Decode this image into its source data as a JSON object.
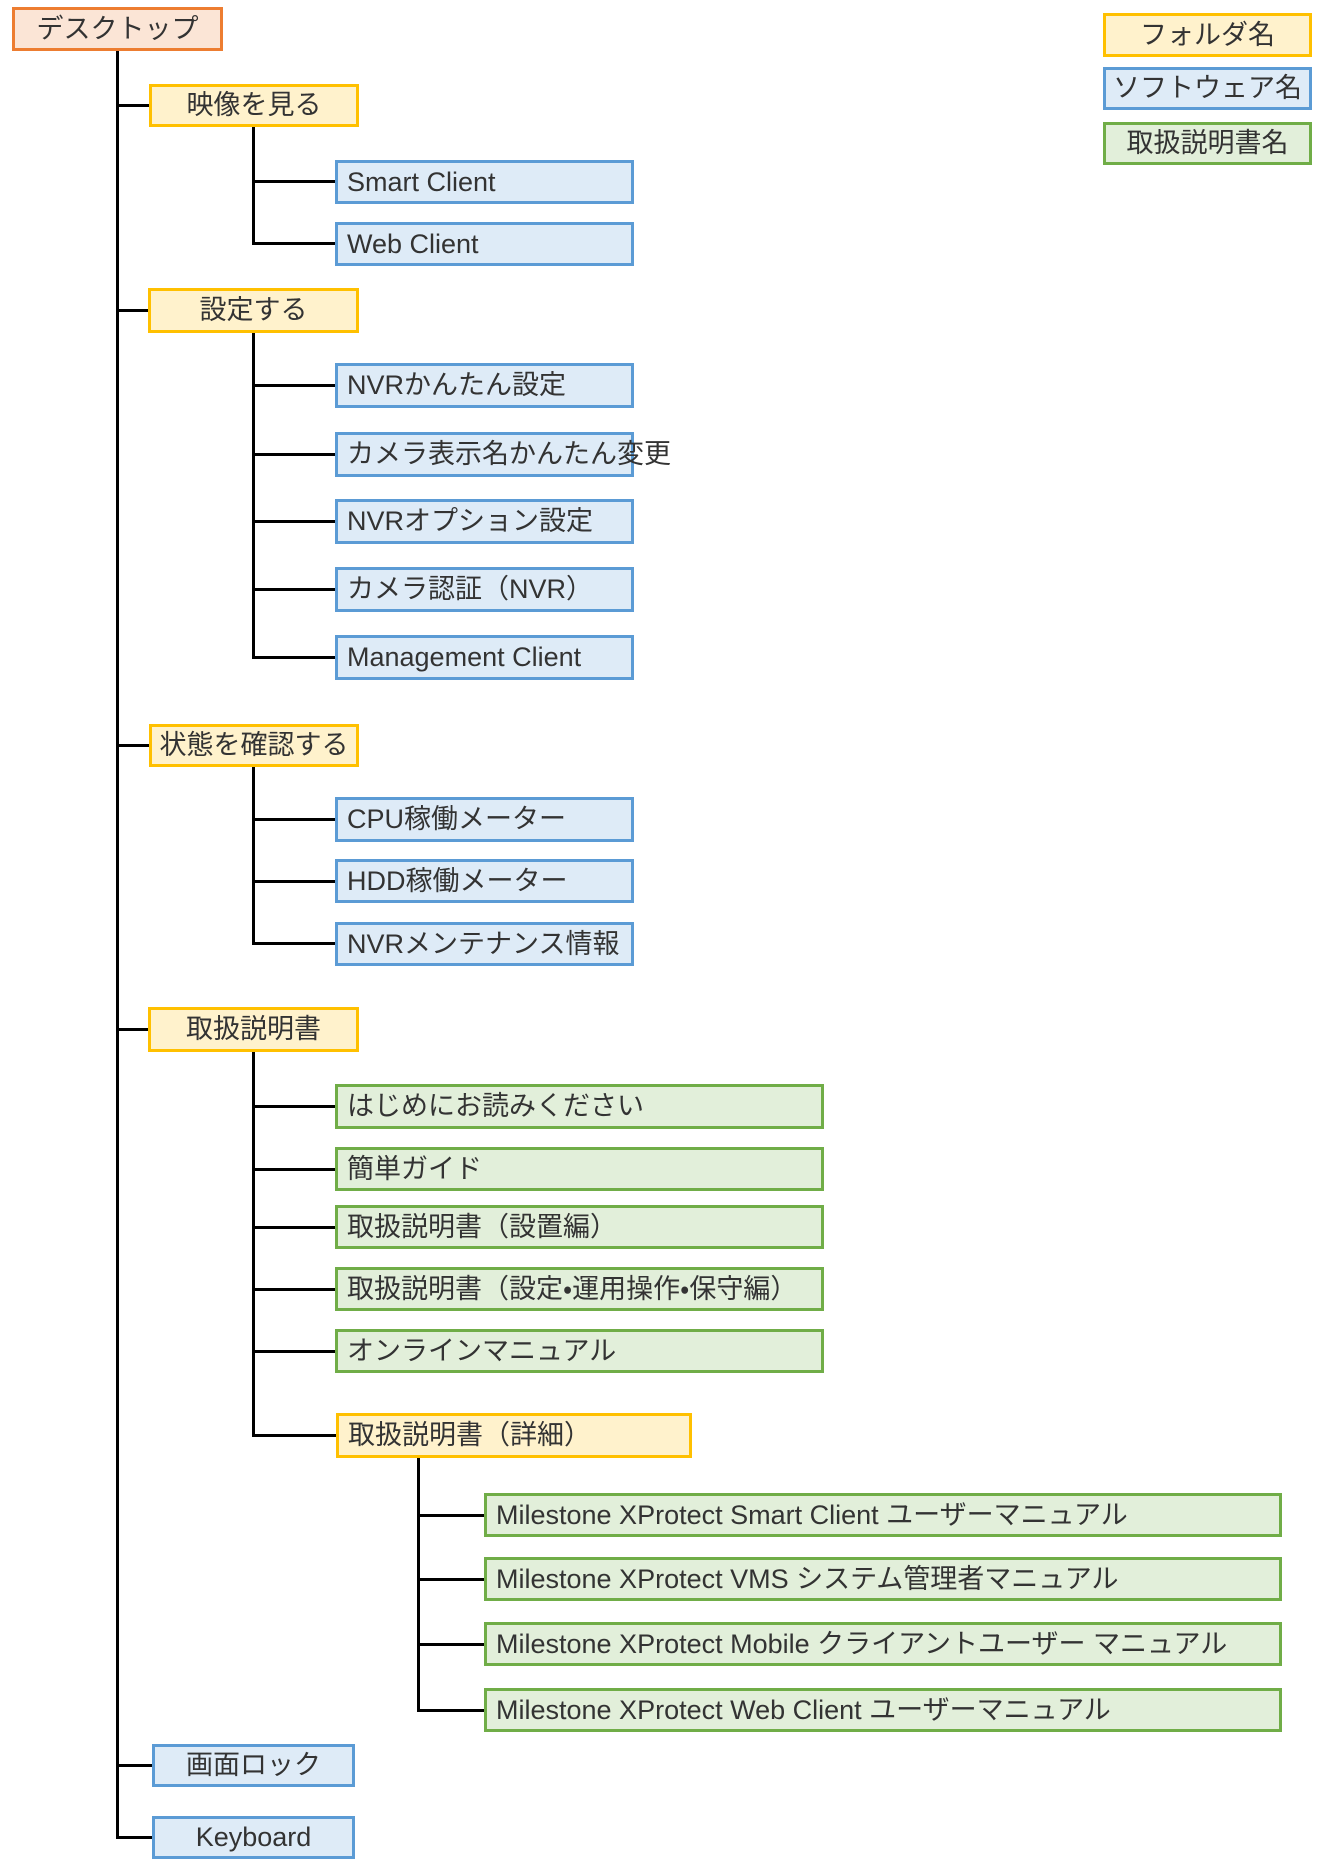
{
  "colors": {
    "desktop_fill": "#FBE5D6",
    "desktop_border": "#ED7D31",
    "folder_fill": "#FFF2CC",
    "folder_border": "#FFC000",
    "software_fill": "#DEEBF7",
    "software_border": "#5B9BD5",
    "manual_fill": "#E2EFDA",
    "manual_border": "#70AD47",
    "connector": "#000000"
  },
  "legend": {
    "items": [
      {
        "label": "フォルダ名",
        "type": "folder"
      },
      {
        "label": "ソフトウェア名",
        "type": "software"
      },
      {
        "label": "取扱説明書名",
        "type": "manual"
      }
    ]
  },
  "root": {
    "label": "デスクトップ",
    "type": "desktop"
  },
  "tree": {
    "branches": [
      {
        "label": "映像を見る",
        "type": "folder",
        "children": [
          {
            "label": "Smart Client",
            "type": "software"
          },
          {
            "label": "Web Client",
            "type": "software"
          }
        ]
      },
      {
        "label": "設定する",
        "type": "folder",
        "children": [
          {
            "label": "NVRかんたん設定",
            "type": "software"
          },
          {
            "label": "カメラ表示名かんたん変更",
            "type": "software"
          },
          {
            "label": "NVRオプション設定",
            "type": "software"
          },
          {
            "label": "カメラ認証（NVR）",
            "type": "software"
          },
          {
            "label": "Management Client",
            "type": "software"
          }
        ]
      },
      {
        "label": "状態を確認する",
        "type": "folder",
        "children": [
          {
            "label": "CPU稼働メーター",
            "type": "software"
          },
          {
            "label": "HDD稼働メーター",
            "type": "software"
          },
          {
            "label": "NVRメンテナンス情報",
            "type": "software"
          }
        ]
      },
      {
        "label": "取扱説明書",
        "type": "folder",
        "children": [
          {
            "label": "はじめにお読みください",
            "type": "manual"
          },
          {
            "label": "簡単ガイド",
            "type": "manual"
          },
          {
            "label": "取扱説明書（設置編）",
            "type": "manual"
          },
          {
            "label": "取扱説明書（設定・運用操作・保守編）",
            "type": "manual"
          },
          {
            "label": "オンラインマニュアル",
            "type": "manual"
          },
          {
            "label": "取扱説明書（詳細）",
            "type": "folder",
            "children": [
              {
                "label": "Milestone XProtect Smart Client ユーザーマニュアル",
                "type": "manual"
              },
              {
                "label": "Milestone XProtect VMS システム管理者マニュアル",
                "type": "manual"
              },
              {
                "label": "Milestone XProtect Mobile クライアントユーザー マニュアル",
                "type": "manual"
              },
              {
                "label": "Milestone XProtect Web Client ユーザーマニュアル",
                "type": "manual"
              }
            ]
          }
        ]
      },
      {
        "label": "画面ロック",
        "type": "software"
      },
      {
        "label": "Keyboard",
        "type": "software"
      }
    ]
  }
}
